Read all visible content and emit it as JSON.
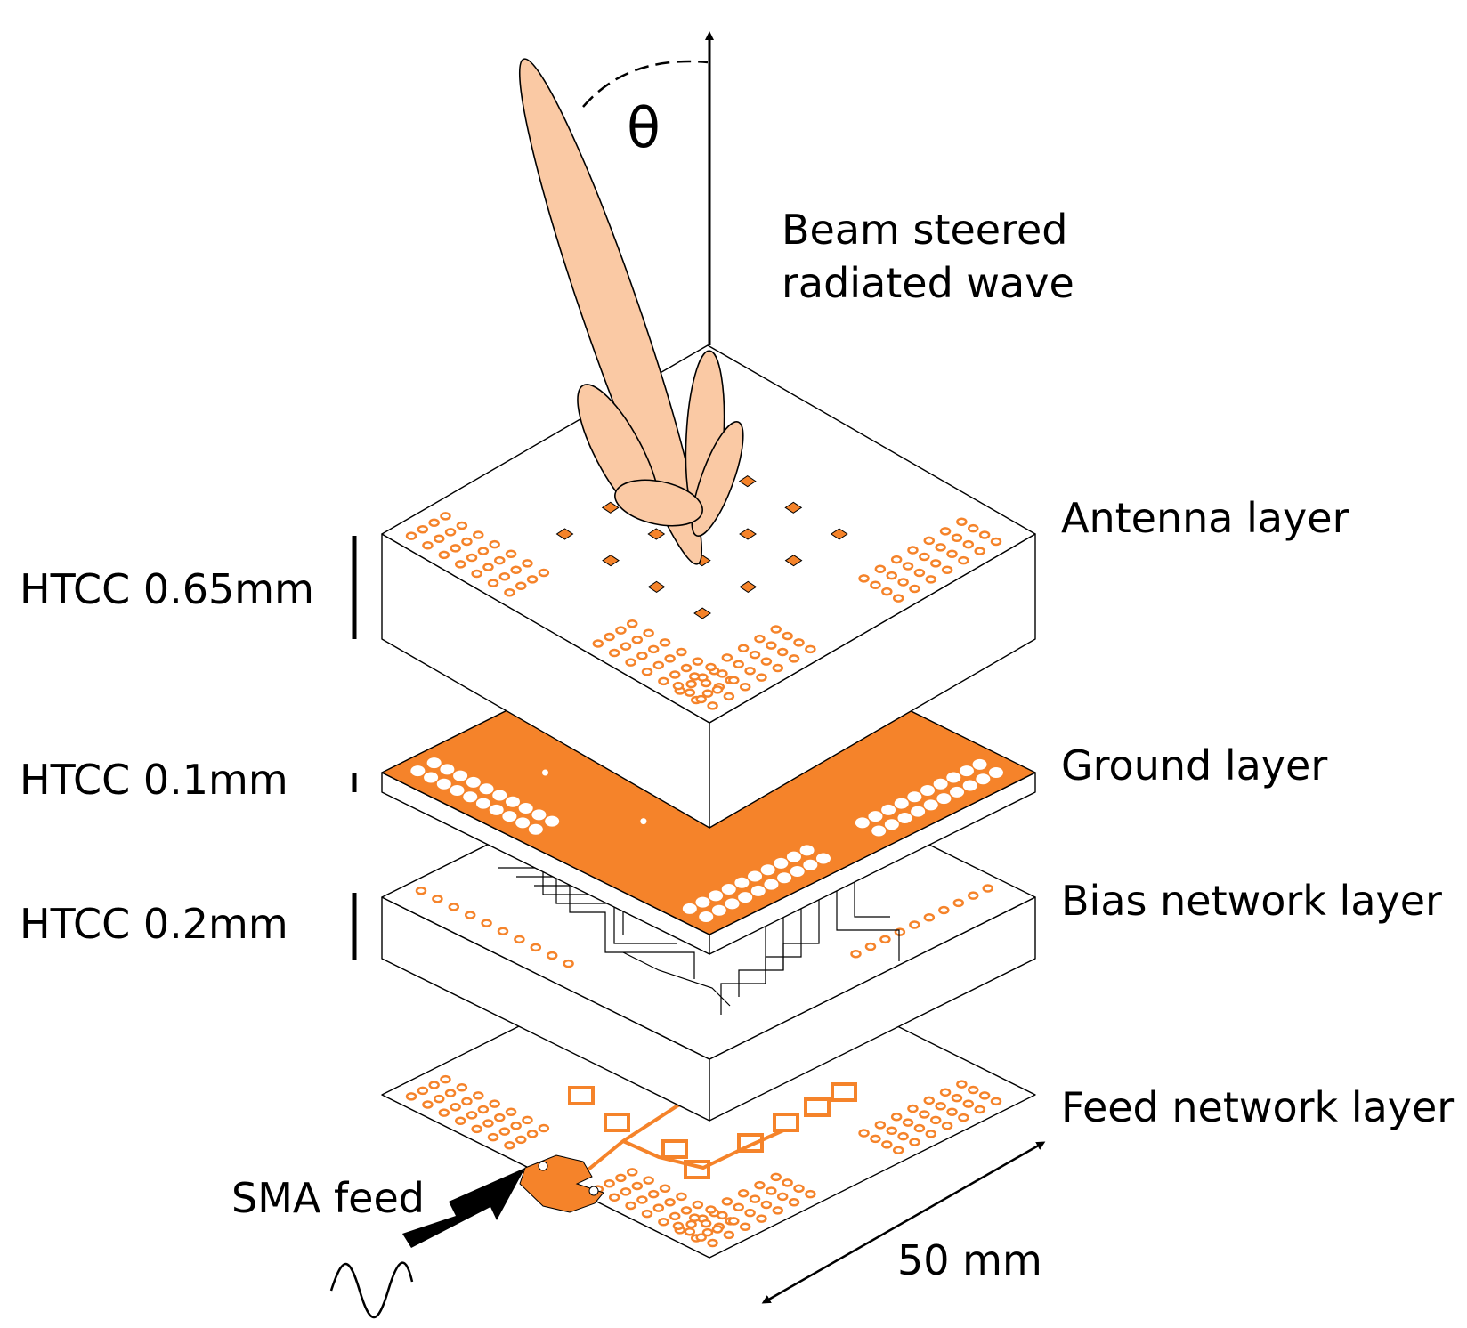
{
  "annotations": {
    "theta": "θ",
    "beam": [
      "Beam steered",
      "radiated wave"
    ],
    "sma": "SMA feed",
    "dimension": "50 mm"
  },
  "layers": [
    {
      "name": "Antenna layer",
      "thickness": "HTCC 0.65mm"
    },
    {
      "name": "Ground layer",
      "thickness": "HTCC 0.1mm"
    },
    {
      "name": "Bias network layer",
      "thickness": "HTCC 0.2mm"
    },
    {
      "name": "Feed network layer",
      "thickness": ""
    }
  ],
  "colors": {
    "copper": "#F5832A",
    "beam": "#FAC9A4",
    "board": "#FFFFFF",
    "outline": "#000000"
  }
}
